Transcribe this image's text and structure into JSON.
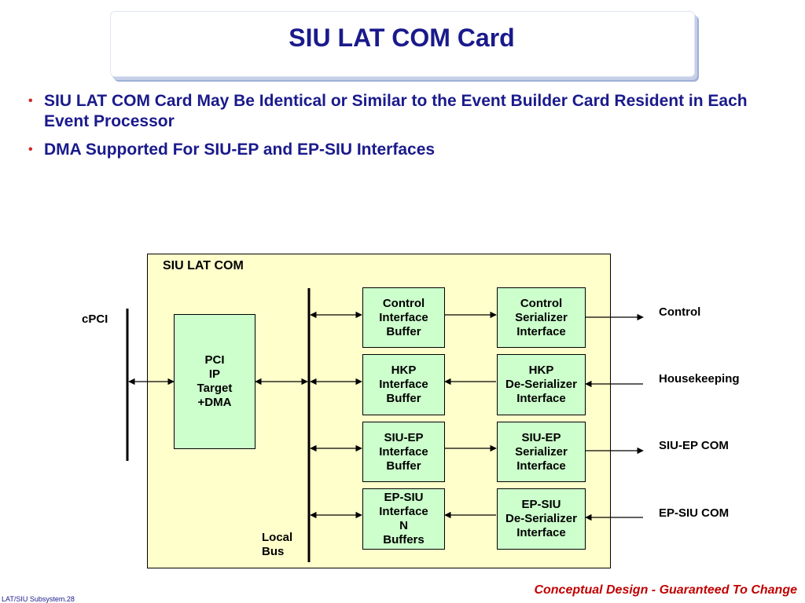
{
  "slide": {
    "title": "SIU LAT COM Card",
    "bullets": [
      "SIU LAT COM Card May Be Identical or Similar to the Event Builder Card Resident in Each Event Processor",
      "DMA Supported For SIU-EP and EP-SIU Interfaces"
    ],
    "footer_left": "LAT/SIU Subsystem.28",
    "footer_right": "Conceptual Design - Guaranteed To Change"
  },
  "diagram": {
    "panel_label": "SIU LAT COM",
    "cpci_label": "cPCI",
    "local_bus_label": "Local\nBus",
    "pci_box": "PCI\nIP\nTarget\n+DMA",
    "buffers": [
      "Control\nInterface\nBuffer",
      "HKP\nInterface\nBuffer",
      "SIU-EP\nInterface\nBuffer",
      "EP-SIU\nInterface\nN\nBuffers"
    ],
    "interfaces": [
      "Control\nSerializer\nInterface",
      "HKP\nDe-Serializer\nInterface",
      "SIU-EP\nSerializer\nInterface",
      "EP-SIU\nDe-Serializer\nInterface"
    ],
    "external": [
      "Control",
      "Housekeeping",
      "SIU-EP COM",
      "EP-SIU COM"
    ]
  },
  "colors": {
    "title": "#1a1a8c",
    "bullet_dot": "#cc2b2b",
    "panel_fill": "#ffffcc",
    "box_fill": "#ccffcc",
    "footer_right": "#c00000"
  }
}
